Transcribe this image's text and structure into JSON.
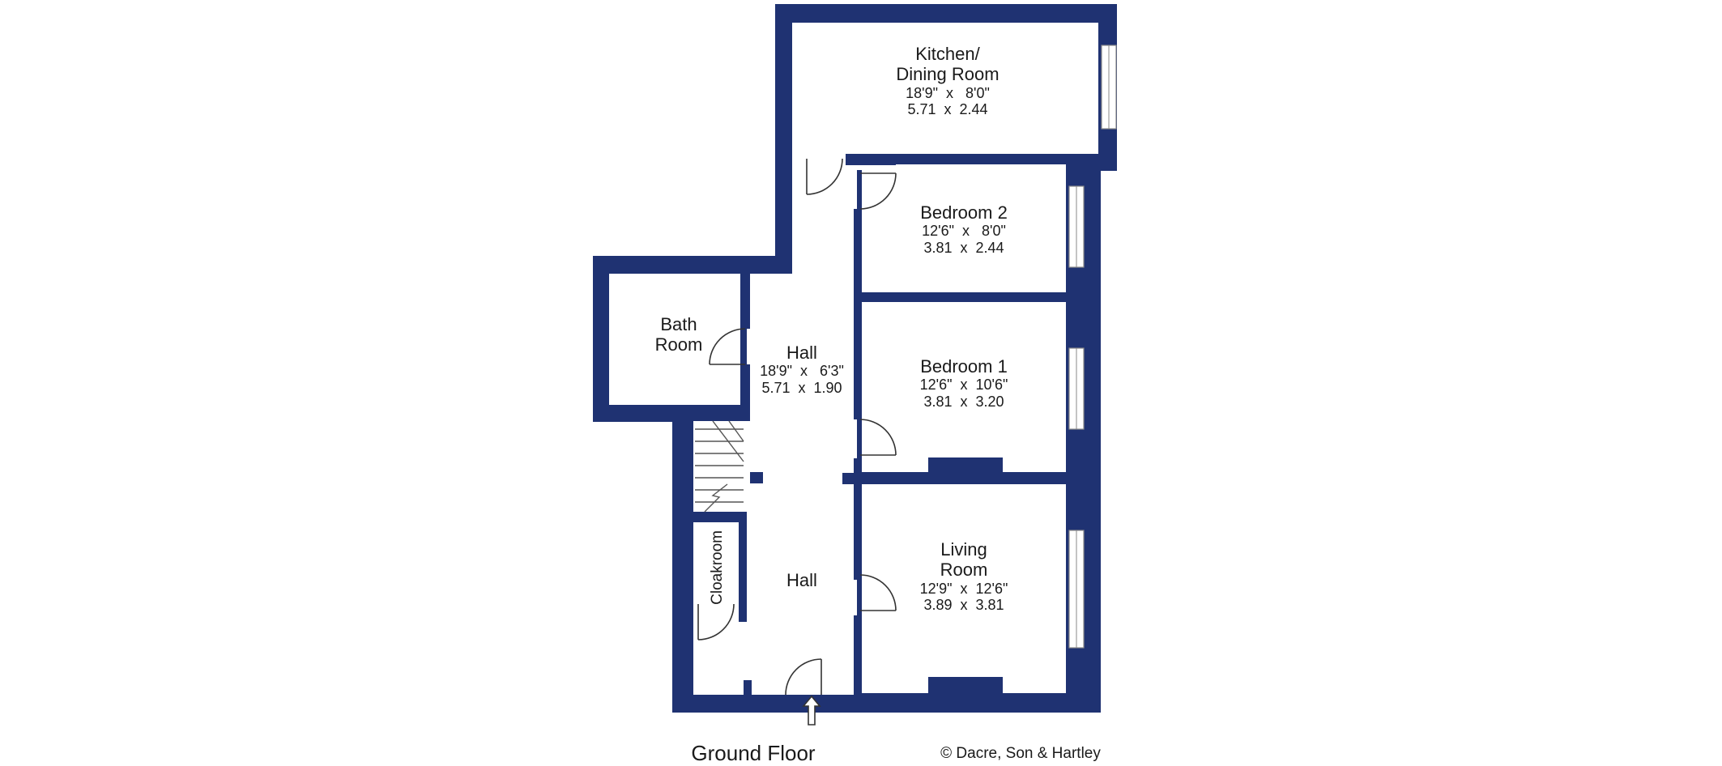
{
  "rooms": {
    "kitchen": {
      "name_line1": "Kitchen/",
      "name_line2": "Dining Room",
      "imperial": "18'9\"  x   8'0\"",
      "metric": "5.71  x  2.44"
    },
    "bedroom2": {
      "name": "Bedroom 2",
      "imperial": "12'6\"  x   8'0\"",
      "metric": "3.81  x  2.44"
    },
    "bathroom": {
      "name_line1": "Bath",
      "name_line2": "Room"
    },
    "hall_upper": {
      "name": "Hall",
      "imperial": "18'9\"  x   6'3\"",
      "metric": "5.71  x  1.90"
    },
    "bedroom1": {
      "name": "Bedroom 1",
      "imperial": "12'6\"  x  10'6\"",
      "metric": "3.81  x  3.20"
    },
    "living": {
      "name_line1": "Living",
      "name_line2": "Room",
      "imperial": "12'9\"  x  12'6\"",
      "metric": "3.89  x  3.81"
    },
    "cloakroom": {
      "name": "Cloakroom"
    },
    "hall_lower": {
      "name": "Hall"
    }
  },
  "footer": {
    "floor": "Ground Floor",
    "copyright": "© Dacre, Son & Hartley"
  },
  "colors": {
    "wall": "#1f3272",
    "background": "#ffffff"
  },
  "icons": {
    "entrance": "arrow-up-icon"
  }
}
